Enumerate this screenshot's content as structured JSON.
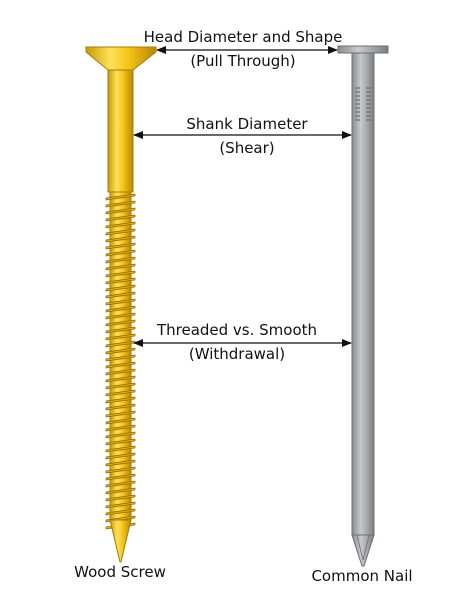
{
  "labels": {
    "head": "Head Diameter and Shape",
    "head_sub": "(Pull Through)",
    "shank": "Shank Diameter",
    "shank_sub": "(Shear)",
    "thread": "Threaded vs. Smooth",
    "thread_sub": "(Withdrawal)"
  },
  "items": {
    "screw": "Wood Screw",
    "nail": "Common Nail"
  },
  "colors": {
    "screw_fill": "#f2c11a",
    "screw_edge": "#b8860b",
    "nail_fill": "#a7a9ac",
    "nail_edge": "#6d6f72",
    "arrow": "#111111"
  }
}
